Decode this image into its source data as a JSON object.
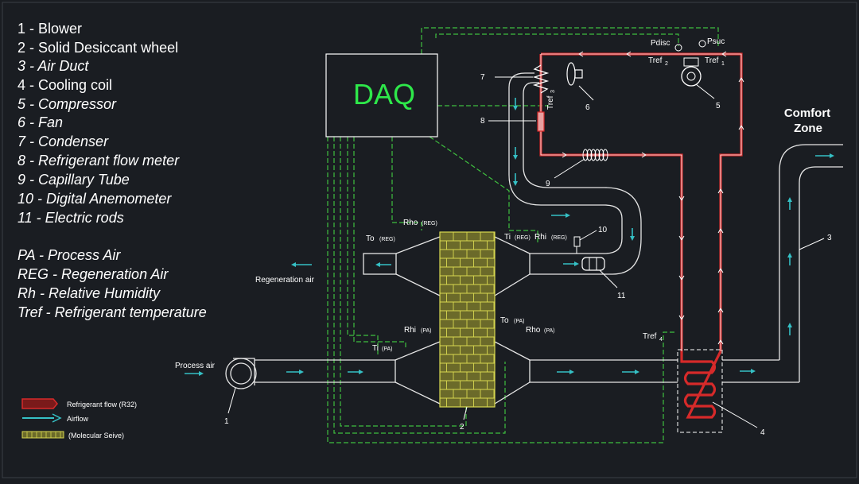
{
  "legend": {
    "items": [
      "1 - Blower",
      "2 - Solid Desiccant wheel",
      "3 - Air Duct",
      "4 - Cooling coil",
      "5 - Compressor",
      "6 - Fan",
      "7 - Condenser",
      "8 - Refrigerant flow meter",
      "9 - Capillary Tube",
      "10 - Digital Anemometer",
      "11 - Electric rods"
    ],
    "abbreviations": [
      "PA - Process Air",
      "REG - Regeneration Air",
      "Rh - Relative Humidity",
      "Tref - Refrigerant temperature"
    ]
  },
  "daq": {
    "label": "DAQ",
    "color": "#2ee84a"
  },
  "comfort_zone": {
    "line1": "Comfort",
    "line2": "Zone"
  },
  "air_labels": {
    "regeneration_air": "Regeneration air",
    "process_air": "Process air"
  },
  "sensors": {
    "pdisc": "Pdisc",
    "psuc": "Psuc",
    "tref": "Tref",
    "tref_sub_1": "1",
    "tref_sub_2": "2",
    "tref_sub_3": "3",
    "tref_sub_4": "4",
    "to": "To",
    "ti": "Ti",
    "rhi": "Rhi",
    "rho": "Rho",
    "reg": "(REG)",
    "pa": "(PA)"
  },
  "numbers": [
    "1",
    "2",
    "3",
    "4",
    "5",
    "6",
    "7",
    "8",
    "9",
    "10",
    "11"
  ],
  "bottom_legend": {
    "refrigerant_flow": "Refrigerant flow (R32)",
    "airflow": "Airflow",
    "molecular_sieve": "(Molecular Seive)"
  },
  "colors": {
    "background": "#1a1d22",
    "refrigerant": "#d62a2a",
    "airflow": "#35c0c5",
    "wiring": "#3fbf3f",
    "desiccant": "#c8c84a"
  }
}
